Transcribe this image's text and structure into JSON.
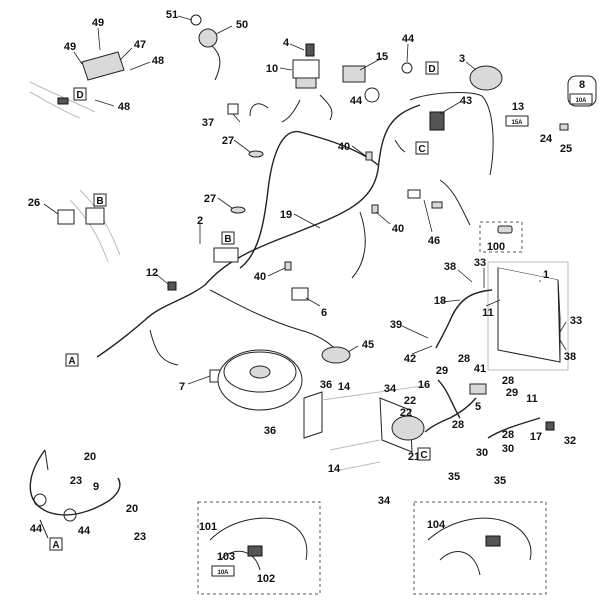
{
  "parts": [
    {
      "num": "1"
    },
    {
      "num": "2"
    },
    {
      "num": "3"
    },
    {
      "num": "4"
    },
    {
      "num": "5"
    },
    {
      "num": "6"
    },
    {
      "num": "7"
    },
    {
      "num": "8"
    },
    {
      "num": "9"
    },
    {
      "num": "10"
    },
    {
      "num": "11"
    },
    {
      "num": "11"
    },
    {
      "num": "12"
    },
    {
      "num": "13"
    },
    {
      "num": "14"
    },
    {
      "num": "14"
    },
    {
      "num": "15"
    },
    {
      "num": "16"
    },
    {
      "num": "17"
    },
    {
      "num": "18"
    },
    {
      "num": "19"
    },
    {
      "num": "20"
    },
    {
      "num": "20"
    },
    {
      "num": "21"
    },
    {
      "num": "22"
    },
    {
      "num": "22"
    },
    {
      "num": "23"
    },
    {
      "num": "23"
    },
    {
      "num": "24"
    },
    {
      "num": "25"
    },
    {
      "num": "26"
    },
    {
      "num": "27"
    },
    {
      "num": "27"
    },
    {
      "num": "28"
    },
    {
      "num": "28"
    },
    {
      "num": "28"
    },
    {
      "num": "28"
    },
    {
      "num": "29"
    },
    {
      "num": "29"
    },
    {
      "num": "30"
    },
    {
      "num": "30"
    },
    {
      "num": "32"
    },
    {
      "num": "33"
    },
    {
      "num": "33"
    },
    {
      "num": "34"
    },
    {
      "num": "34"
    },
    {
      "num": "35"
    },
    {
      "num": "35"
    },
    {
      "num": "36"
    },
    {
      "num": "36"
    },
    {
      "num": "37"
    },
    {
      "num": "38"
    },
    {
      "num": "38"
    },
    {
      "num": "39"
    },
    {
      "num": "40"
    },
    {
      "num": "40"
    },
    {
      "num": "40"
    },
    {
      "num": "41"
    },
    {
      "num": "42"
    },
    {
      "num": "43"
    },
    {
      "num": "44"
    },
    {
      "num": "44"
    },
    {
      "num": "44"
    },
    {
      "num": "45"
    },
    {
      "num": "46"
    },
    {
      "num": "47"
    },
    {
      "num": "48"
    },
    {
      "num": "48"
    },
    {
      "num": "49"
    },
    {
      "num": "49"
    },
    {
      "num": "50"
    },
    {
      "num": "51"
    },
    {
      "num": "100"
    },
    {
      "num": "101"
    },
    {
      "num": "102"
    },
    {
      "num": "103"
    },
    {
      "num": "104"
    }
  ],
  "connector_markers": [
    {
      "letter": "A"
    },
    {
      "letter": "A"
    },
    {
      "letter": "B"
    },
    {
      "letter": "B"
    },
    {
      "letter": "C"
    },
    {
      "letter": "C"
    },
    {
      "letter": "D"
    },
    {
      "letter": "D"
    }
  ],
  "fuse_tags": [
    {
      "text": "10A"
    },
    {
      "text": "15A"
    },
    {
      "text": "10A"
    }
  ]
}
